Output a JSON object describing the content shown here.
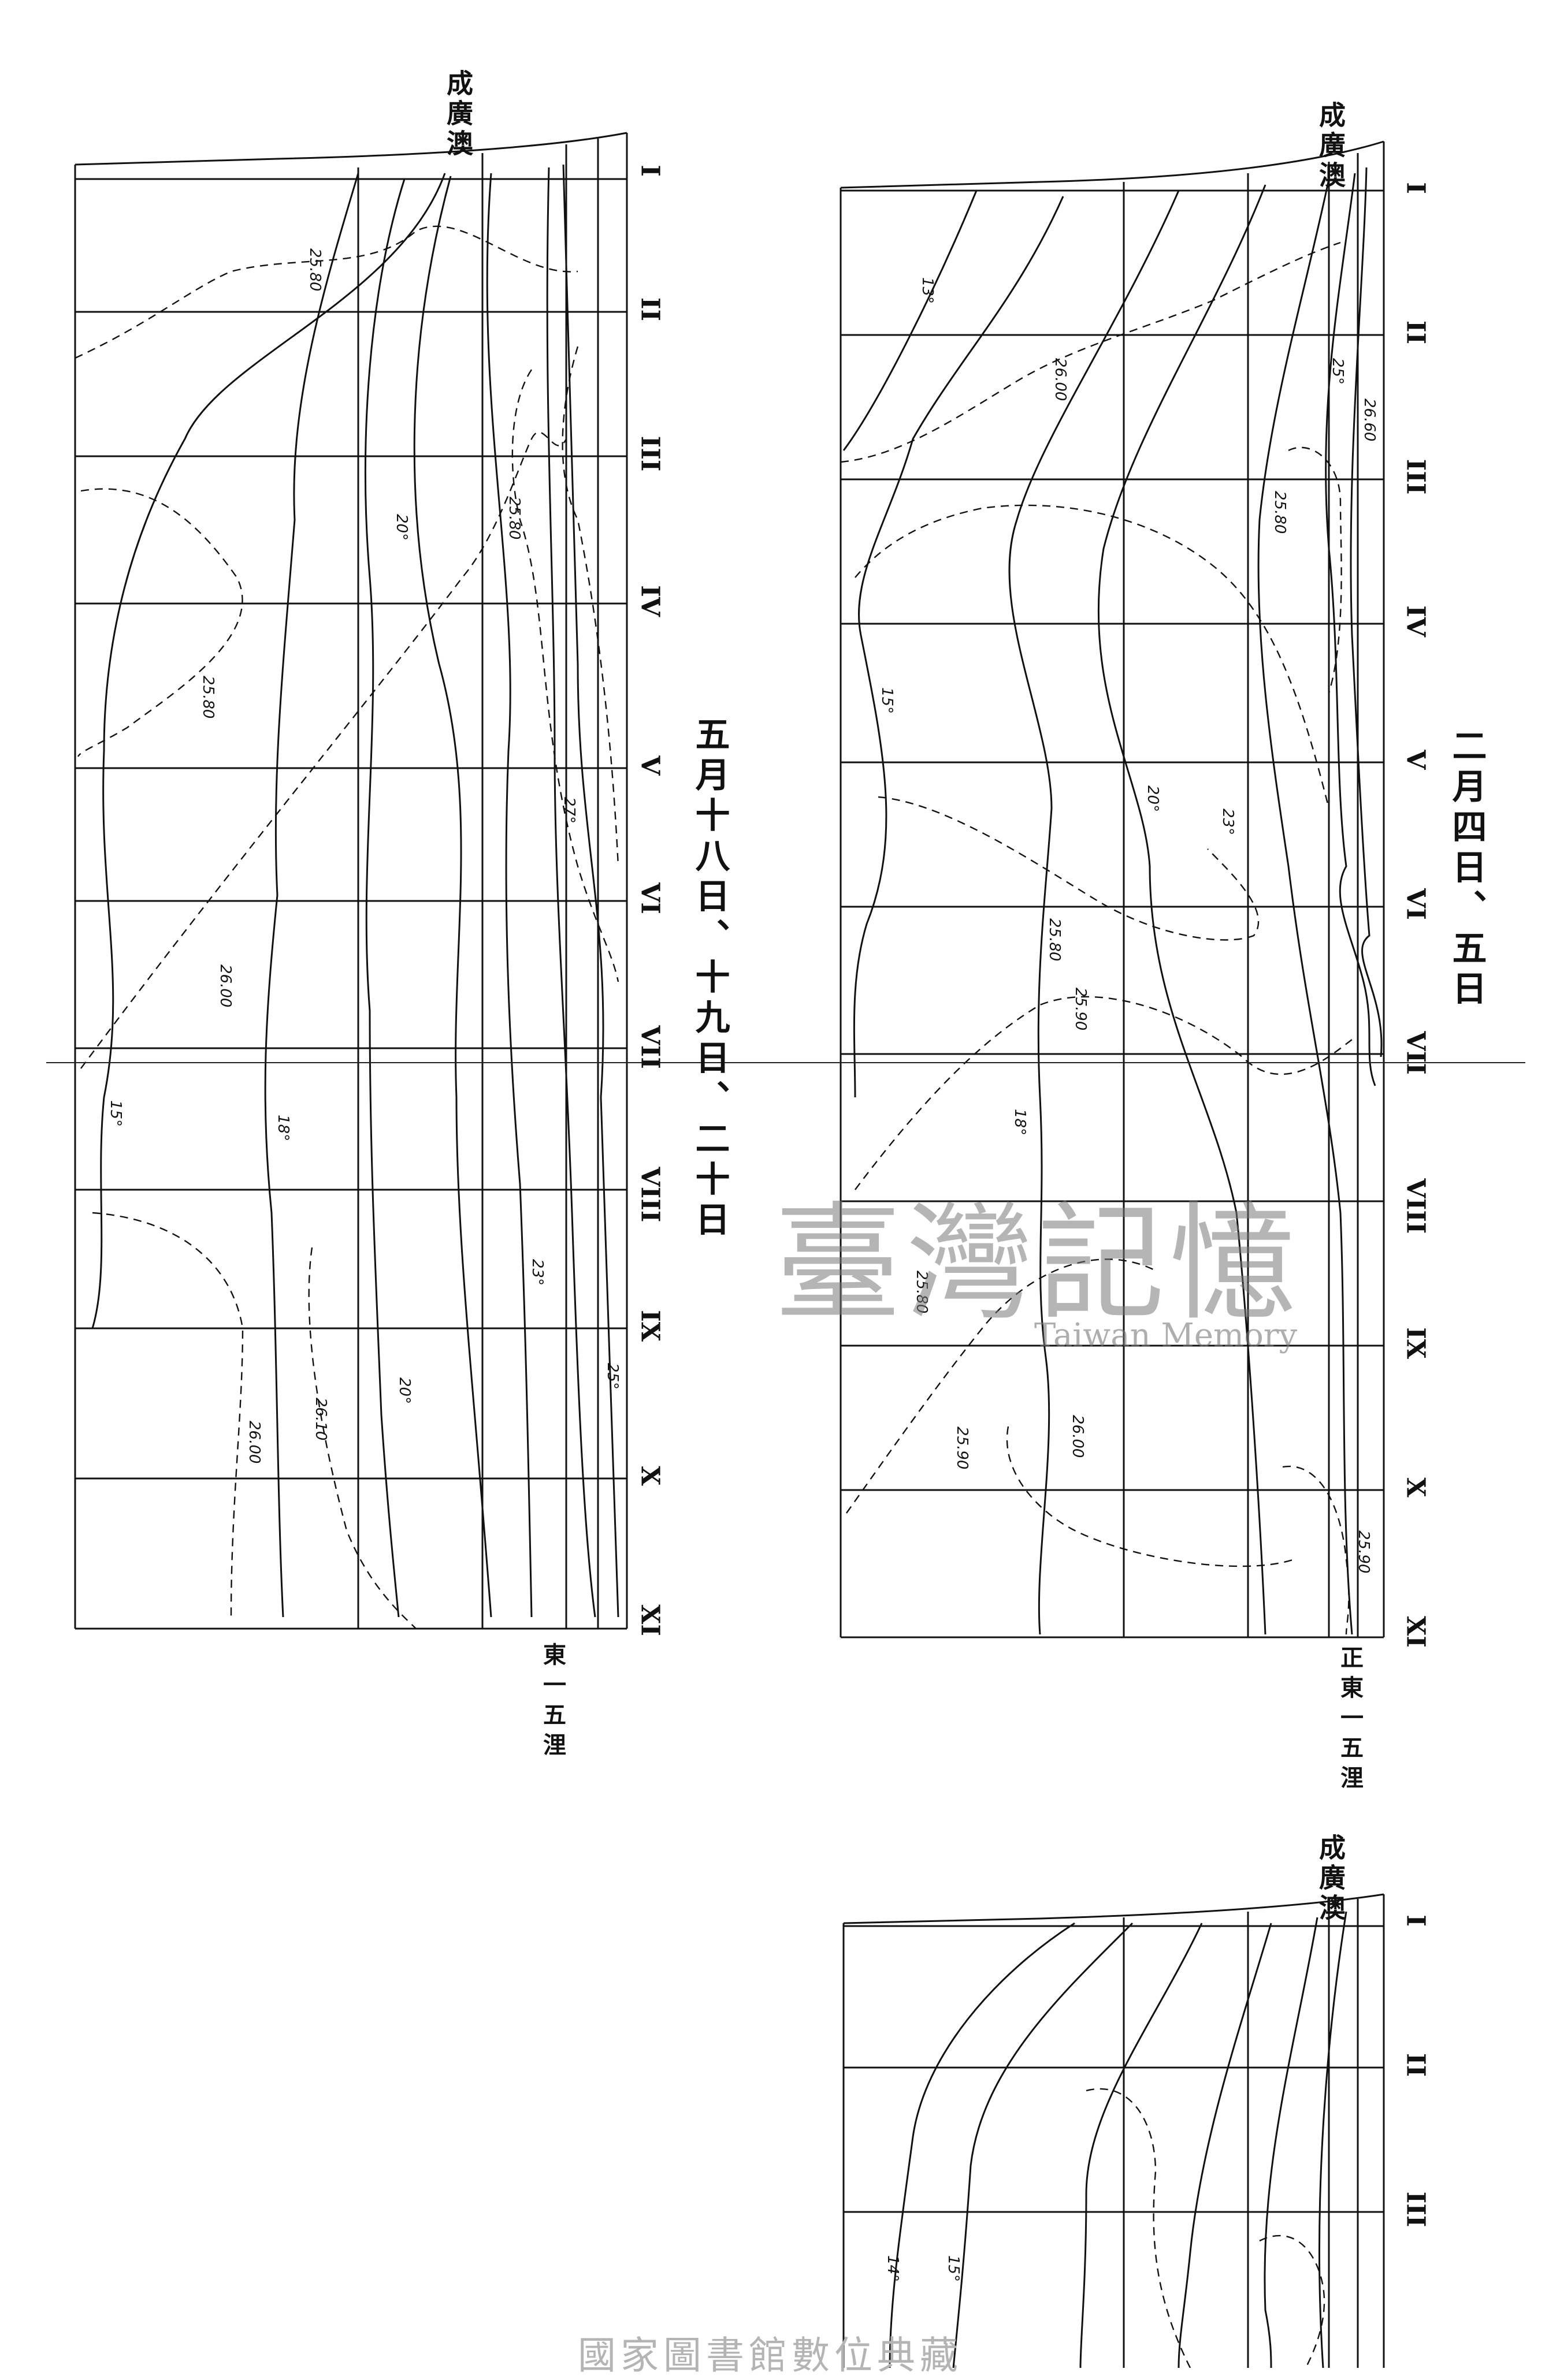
{
  "panels": [
    {
      "id": "may",
      "title": "五月十八日、十九日、二十日",
      "site": "成廣澳",
      "distance": [
        "東",
        "一",
        "五",
        "浬"
      ],
      "stations": [
        "I",
        "II",
        "III",
        "IV",
        "V",
        "VI",
        "VII",
        "VIII",
        "IX",
        "X",
        "XI"
      ],
      "isolines": [
        "25.80",
        "25.80",
        "25.80",
        "26.00",
        "26.10",
        "26.00",
        "20°",
        "18°",
        "15°",
        "27°",
        "23°",
        "25°",
        "20°"
      ]
    },
    {
      "id": "feb",
      "title": "二月四日、五日",
      "site": "成廣澳",
      "distance": [
        "正",
        "東",
        "一",
        "五",
        "浬"
      ],
      "stations": [
        "I",
        "II",
        "III",
        "IV",
        "V",
        "VI",
        "VII",
        "VIII",
        "IX",
        "X",
        "XI"
      ],
      "isolines": [
        "13°",
        "26.00",
        "25°",
        "26.60",
        "25.80",
        "15°",
        "20°",
        "23°",
        "25.80",
        "25.90",
        "18°",
        "25.80",
        "25.90",
        "26.00",
        "25.90"
      ]
    },
    {
      "id": "third",
      "title": "",
      "site": "成廣澳",
      "distance": [],
      "stations": [
        "I",
        "II",
        "III"
      ],
      "isolines": [
        "14°",
        "15°"
      ]
    }
  ],
  "watermark": {
    "chinese": "臺灣記憶",
    "english": "Taiwan Memory"
  },
  "footer": "國家圖書館數位典藏"
}
